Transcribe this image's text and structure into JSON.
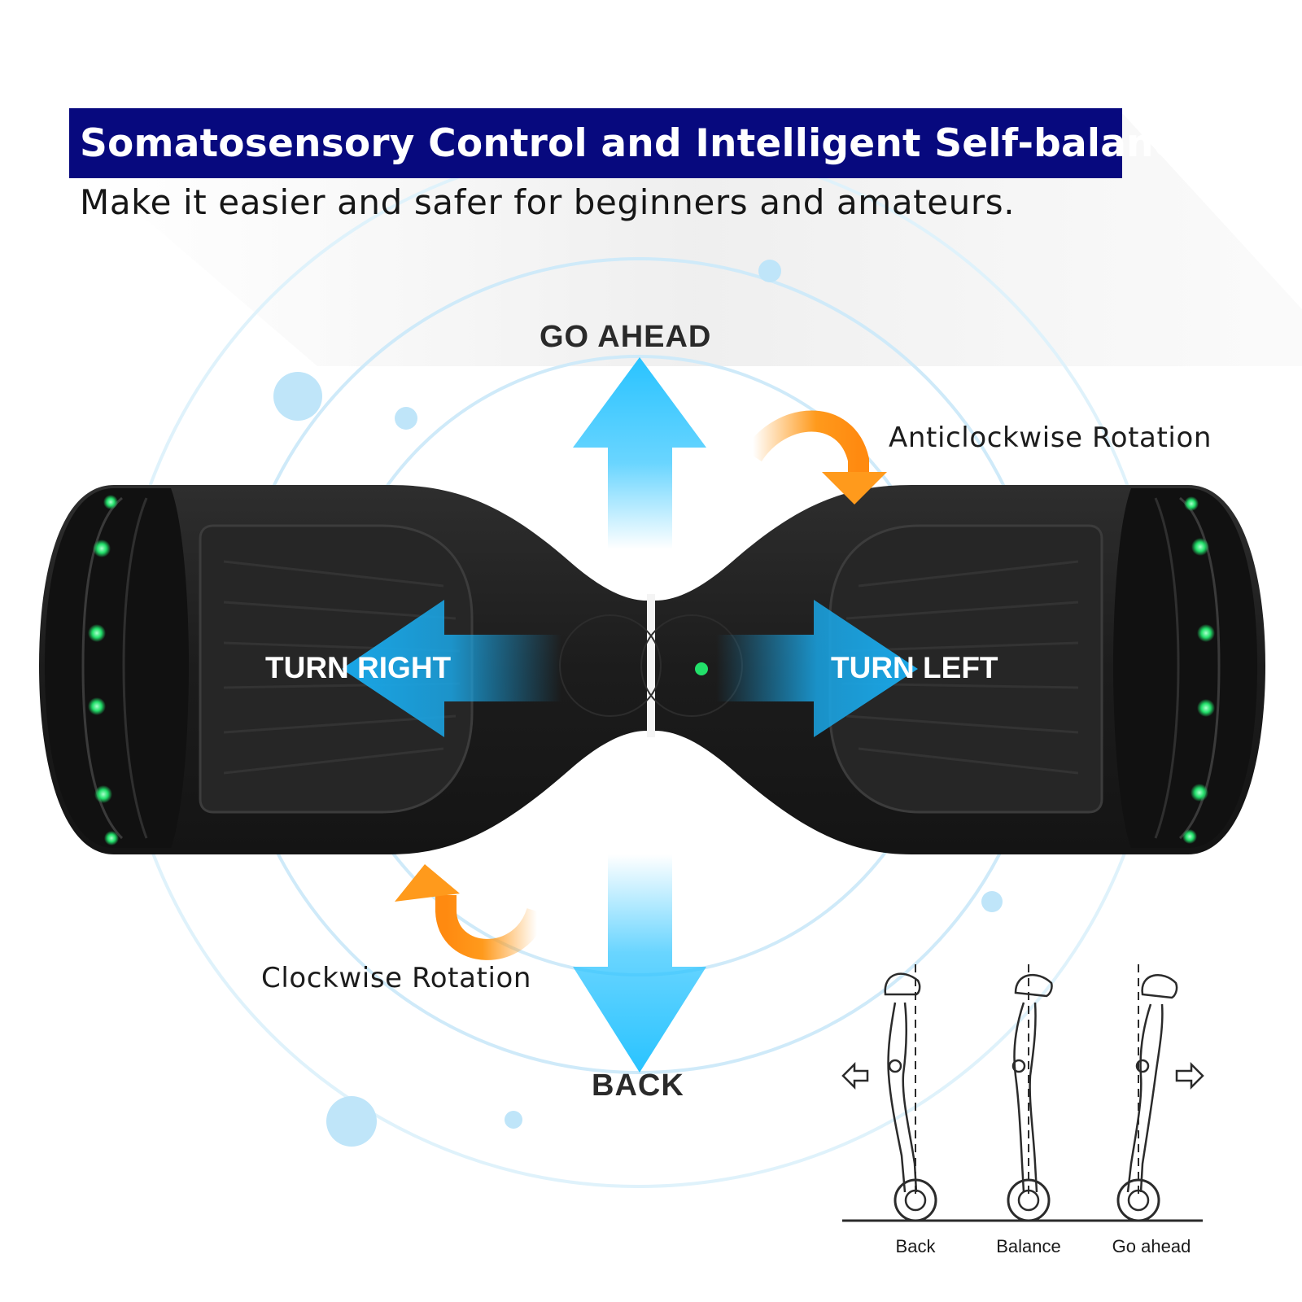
{
  "header": {
    "title": "Somatosensory Control and Intelligent Self-balancing",
    "subtitle": "Make it easier and safer for beginners and amateurs."
  },
  "directions": {
    "forward": "GO AHEAD",
    "backward": "BACK",
    "turn_right": "TURN RIGHT",
    "turn_left": "TURN LEFT",
    "anticlockwise": "Anticlockwise Rotation",
    "clockwise": "Clockwise Rotation"
  },
  "posture_diagram": {
    "labels": [
      "Back",
      "Balance",
      "Go ahead"
    ]
  },
  "colors": {
    "banner": "#07097e",
    "arrow_blue": "#29c3ff",
    "arrow_orange": "#ff9a1c",
    "board": "#1f1f1f",
    "led_green": "#22e06a",
    "ring_blue": "#cfeaf9"
  }
}
